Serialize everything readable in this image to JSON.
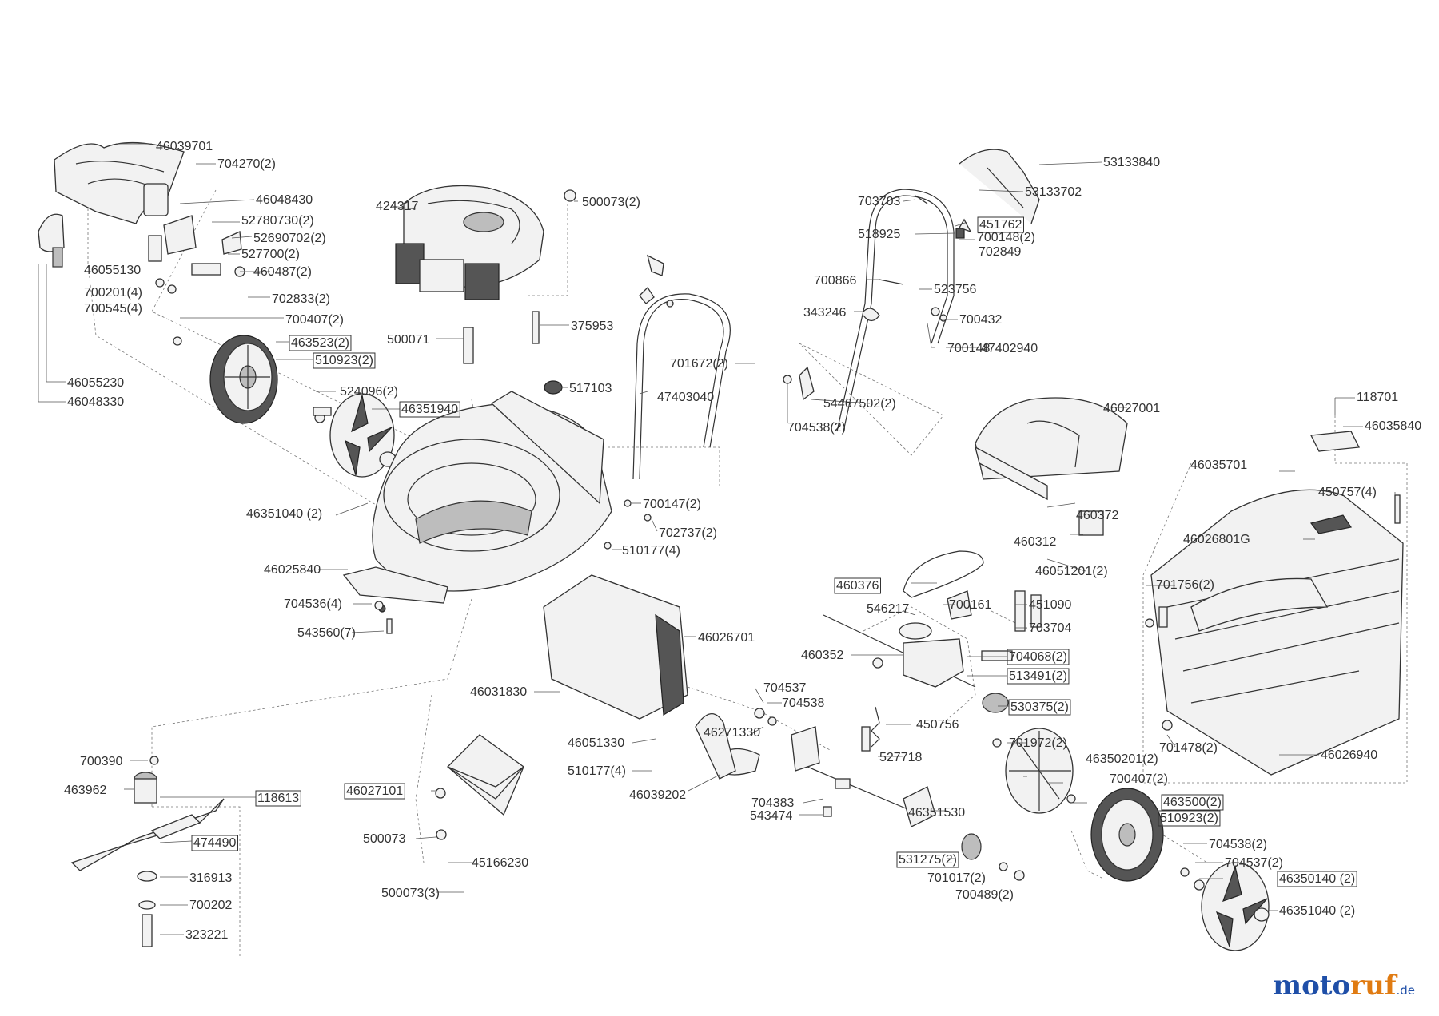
{
  "labels": [
    {
      "id": "l1",
      "text": "46039701",
      "boxed": false
    },
    {
      "id": "l2",
      "text": "704270(2)",
      "boxed": false
    },
    {
      "id": "l3",
      "text": "46048430",
      "boxed": false
    },
    {
      "id": "l4",
      "text": "52780730(2)",
      "boxed": false
    },
    {
      "id": "l5",
      "text": "52690702(2)",
      "boxed": false
    },
    {
      "id": "l6",
      "text": "527700(2)",
      "boxed": false
    },
    {
      "id": "l7",
      "text": "460487(2)",
      "boxed": false
    },
    {
      "id": "l8",
      "text": "46055130",
      "boxed": false
    },
    {
      "id": "l9",
      "text": "700201(4)",
      "boxed": false
    },
    {
      "id": "l10",
      "text": "700545(4)",
      "boxed": false
    },
    {
      "id": "l11",
      "text": "702833(2)",
      "boxed": false
    },
    {
      "id": "l12",
      "text": "700407(2)",
      "boxed": false
    },
    {
      "id": "l13",
      "text": "463523(2)",
      "boxed": true
    },
    {
      "id": "l14",
      "text": "510923(2)",
      "boxed": true
    },
    {
      "id": "l15",
      "text": "46055230",
      "boxed": false
    },
    {
      "id": "l16",
      "text": "46048330",
      "boxed": false
    },
    {
      "id": "l17",
      "text": "524096(2)",
      "boxed": false
    },
    {
      "id": "l18",
      "text": "46351940",
      "boxed": true
    },
    {
      "id": "l19",
      "text": "46351040 (2)",
      "boxed": false
    },
    {
      "id": "l20",
      "text": "46025840",
      "boxed": false
    },
    {
      "id": "l21",
      "text": "704536(4)",
      "boxed": false
    },
    {
      "id": "l22",
      "text": "543560(7)",
      "boxed": false
    },
    {
      "id": "l23",
      "text": "424317",
      "boxed": false
    },
    {
      "id": "l24",
      "text": "500073(2)",
      "boxed": false
    },
    {
      "id": "l25",
      "text": "500071",
      "boxed": false
    },
    {
      "id": "l26",
      "text": "375953",
      "boxed": false
    },
    {
      "id": "l27",
      "text": "517103",
      "boxed": false
    },
    {
      "id": "l28",
      "text": "700147(2)",
      "boxed": false
    },
    {
      "id": "l29",
      "text": "702737(2)",
      "boxed": false
    },
    {
      "id": "l30",
      "text": "510177(4)",
      "boxed": false
    },
    {
      "id": "l31",
      "text": "46026701",
      "boxed": false
    },
    {
      "id": "l32",
      "text": "46031830",
      "boxed": false
    },
    {
      "id": "l33",
      "text": "46051330",
      "boxed": false
    },
    {
      "id": "l34",
      "text": "510177(4)",
      "boxed": false
    },
    {
      "id": "l35",
      "text": "46039202",
      "boxed": false
    },
    {
      "id": "l36",
      "text": "46027101",
      "boxed": true
    },
    {
      "id": "l37",
      "text": "500073",
      "boxed": false
    },
    {
      "id": "l38",
      "text": "45166230",
      "boxed": false
    },
    {
      "id": "l39",
      "text": "500073(3)",
      "boxed": false
    },
    {
      "id": "l40",
      "text": "700390",
      "boxed": false
    },
    {
      "id": "l41",
      "text": "463962",
      "boxed": false
    },
    {
      "id": "l42",
      "text": "118613",
      "boxed": true
    },
    {
      "id": "l43",
      "text": "474490",
      "boxed": true
    },
    {
      "id": "l44",
      "text": "316913",
      "boxed": false
    },
    {
      "id": "l45",
      "text": "700202",
      "boxed": false
    },
    {
      "id": "l46",
      "text": "323221",
      "boxed": false
    },
    {
      "id": "l47",
      "text": "701672(2)",
      "boxed": false
    },
    {
      "id": "l48",
      "text": "47403040",
      "boxed": false
    },
    {
      "id": "l49",
      "text": "54467502(2)",
      "boxed": false
    },
    {
      "id": "l50",
      "text": "704538(2)",
      "boxed": false
    },
    {
      "id": "l51",
      "text": "53133840",
      "boxed": false
    },
    {
      "id": "l52",
      "text": "53133702",
      "boxed": false
    },
    {
      "id": "l53",
      "text": "703703",
      "boxed": false
    },
    {
      "id": "l54",
      "text": "451762",
      "boxed": true
    },
    {
      "id": "l55",
      "text": "518925",
      "boxed": false
    },
    {
      "id": "l56",
      "text": "700148(2)",
      "boxed": false
    },
    {
      "id": "l57",
      "text": "702849",
      "boxed": false
    },
    {
      "id": "l58",
      "text": "700866",
      "boxed": false
    },
    {
      "id": "l59",
      "text": "523756",
      "boxed": false
    },
    {
      "id": "l60",
      "text": "343246",
      "boxed": false
    },
    {
      "id": "l61",
      "text": "700432",
      "boxed": false
    },
    {
      "id": "l62",
      "text": "700148",
      "boxed": false
    },
    {
      "id": "l63",
      "text": "47402940",
      "boxed": false
    },
    {
      "id": "l64",
      "text": "46027001",
      "boxed": false
    },
    {
      "id": "l65",
      "text": "460372",
      "boxed": false
    },
    {
      "id": "l66",
      "text": "460312",
      "boxed": false
    },
    {
      "id": "l67",
      "text": "46051201(2)",
      "boxed": false
    },
    {
      "id": "l68",
      "text": "460376",
      "boxed": true
    },
    {
      "id": "l69",
      "text": "546217",
      "boxed": false
    },
    {
      "id": "l70",
      "text": "700161",
      "boxed": false
    },
    {
      "id": "l71",
      "text": "451090",
      "boxed": false
    },
    {
      "id": "l72",
      "text": "703704",
      "boxed": false
    },
    {
      "id": "l73",
      "text": "460352",
      "boxed": false
    },
    {
      "id": "l74",
      "text": "704068(2)",
      "boxed": true
    },
    {
      "id": "l75",
      "text": "513491(2)",
      "boxed": true
    },
    {
      "id": "l76",
      "text": "530375(2)",
      "boxed": true
    },
    {
      "id": "l77",
      "text": "450756",
      "boxed": false
    },
    {
      "id": "l78",
      "text": "527718",
      "boxed": false
    },
    {
      "id": "l79",
      "text": "704537",
      "boxed": false
    },
    {
      "id": "l80",
      "text": "704538",
      "boxed": false
    },
    {
      "id": "l81",
      "text": "46271330",
      "boxed": false
    },
    {
      "id": "l82",
      "text": "704383",
      "boxed": false
    },
    {
      "id": "l83",
      "text": "543474",
      "boxed": false
    },
    {
      "id": "l84",
      "text": "46351530",
      "boxed": false
    },
    {
      "id": "l85",
      "text": "531275(2)",
      "boxed": true
    },
    {
      "id": "l86",
      "text": "701017(2)",
      "boxed": false
    },
    {
      "id": "l87",
      "text": "700489(2)",
      "boxed": false
    },
    {
      "id": "l88",
      "text": "701972(2)",
      "boxed": false
    },
    {
      "id": "l89",
      "text": "46350201(2)",
      "boxed": false
    },
    {
      "id": "l90",
      "text": "700407(2)",
      "boxed": false
    },
    {
      "id": "l91",
      "text": "463500(2)",
      "boxed": true
    },
    {
      "id": "l92",
      "text": "510923(2)",
      "boxed": true
    },
    {
      "id": "l93",
      "text": "704538(2)",
      "boxed": false
    },
    {
      "id": "l94",
      "text": "704537(2)",
      "boxed": false
    },
    {
      "id": "l95",
      "text": "46350140 (2)",
      "boxed": true
    },
    {
      "id": "l96",
      "text": "46351040 (2)",
      "boxed": false
    },
    {
      "id": "l97",
      "text": "118701",
      "boxed": false
    },
    {
      "id": "l98",
      "text": "46035840",
      "boxed": false
    },
    {
      "id": "l99",
      "text": "46035701",
      "boxed": false
    },
    {
      "id": "l100",
      "text": "450757(4)",
      "boxed": false
    },
    {
      "id": "l101",
      "text": "46026801G",
      "boxed": false
    },
    {
      "id": "l102",
      "text": "701756(2)",
      "boxed": false
    },
    {
      "id": "l103",
      "text": "701478(2)",
      "boxed": false
    },
    {
      "id": "l104",
      "text": "46026940",
      "boxed": false
    }
  ],
  "watermark": {
    "part1": "moto",
    "part2": "ruf",
    "part3": ".de"
  }
}
